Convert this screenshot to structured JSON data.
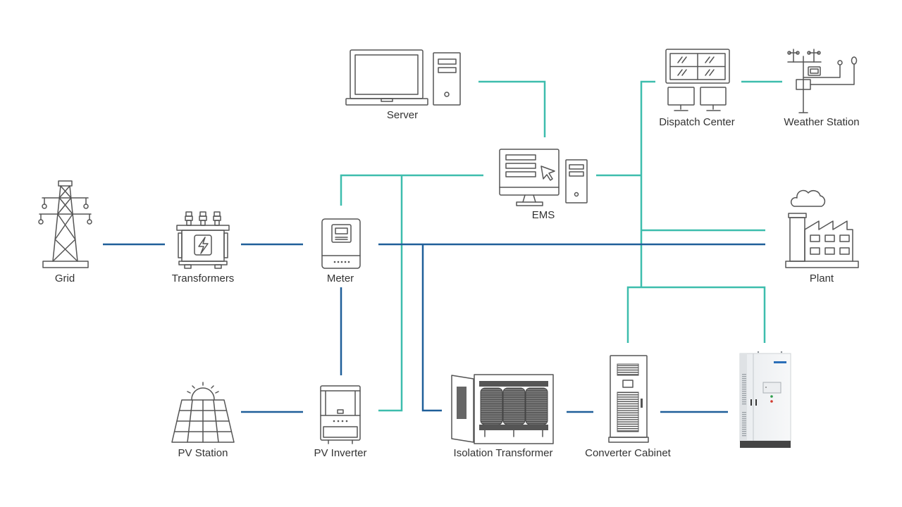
{
  "nodes": {
    "server": {
      "label": "Server"
    },
    "ems": {
      "label": "EMS"
    },
    "dispatch_center": {
      "label": "Dispatch Center"
    },
    "weather_station": {
      "label": "Weather Station"
    },
    "grid": {
      "label": "Grid"
    },
    "transformers": {
      "label": "Transformers"
    },
    "meter": {
      "label": "Meter"
    },
    "plant": {
      "label": "Plant"
    },
    "pv_station": {
      "label": "PV Station"
    },
    "pv_inverter": {
      "label": "PV Inverter"
    },
    "isolation_transformer": {
      "label": "Isolation Transformer"
    },
    "converter_cabinet": {
      "label": "Converter Cabinet"
    }
  },
  "colors": {
    "communication_line": "#3dbdad",
    "power_line": "#1f5f99",
    "icon_stroke": "#555555",
    "label_text": "#333333",
    "storage_label_accent": "#2b6fb8"
  }
}
